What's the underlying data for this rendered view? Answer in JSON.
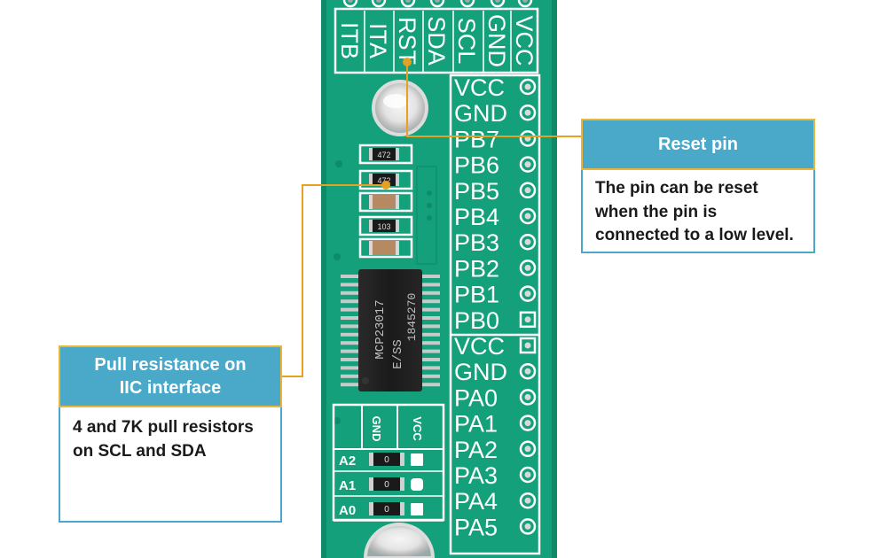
{
  "board": {
    "top_header_labels": [
      "VCC",
      "GND",
      "SCL",
      "SDA",
      "RST",
      "ITA",
      "ITB"
    ],
    "right_pin_labels": [
      "VCC",
      "GND",
      "PB7",
      "PB6",
      "PB5",
      "PB4",
      "PB3",
      "PB2",
      "PB1",
      "PB0",
      "VCC",
      "GND",
      "PA0",
      "PA1",
      "PA2",
      "PA3",
      "PA4",
      "PA5"
    ],
    "address_labels": [
      "A2",
      "A1",
      "A0"
    ],
    "address_resistor_value": "0",
    "address_column_labels": [
      "GND",
      "VCC"
    ],
    "resistor_markings": [
      "472",
      "472",
      "103"
    ],
    "chip_lines": [
      "MCP23017",
      "E/SS",
      "1845270"
    ]
  },
  "callouts": {
    "reset": {
      "title": "Reset pin",
      "body_lines": [
        "The pin can be reset",
        "when the pin is",
        "connected to a low level."
      ]
    },
    "pull": {
      "title_lines": [
        "Pull resistance on",
        "IIC interface"
      ],
      "body_lines": [
        "4 and 7K pull resistors",
        "on SCL and SDA"
      ]
    }
  },
  "colors": {
    "pcb": "#13a07a",
    "silkscreen": "#ffffff",
    "callout_header": "#4aa8c9",
    "callout_border": "#e8b53d",
    "leader_line": "#e8a020",
    "chip": "#1b1b1b"
  }
}
